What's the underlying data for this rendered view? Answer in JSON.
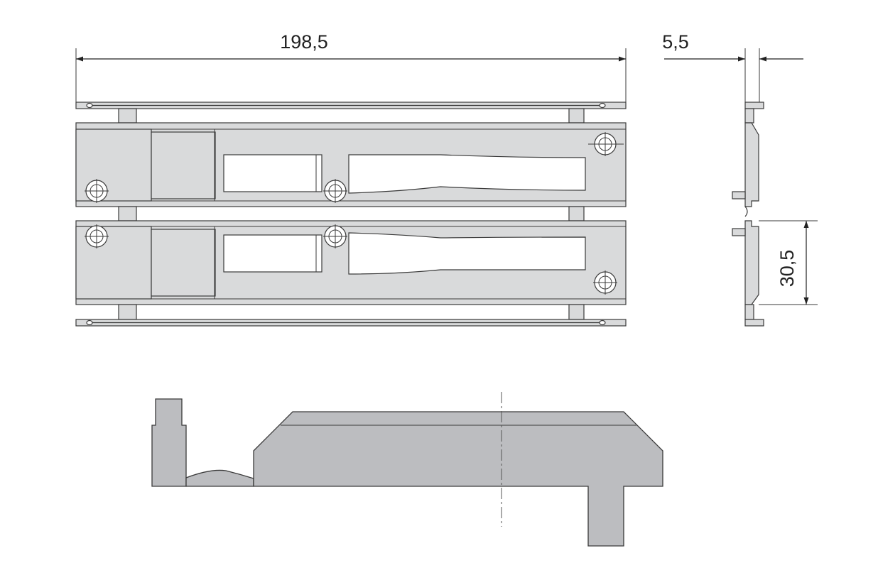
{
  "dimensions": {
    "overall_length": "198,5",
    "thickness": "5,5",
    "height": "30,5"
  },
  "colors": {
    "line": "#3a3a3a",
    "fill_light": "#d9dadb",
    "fill_dark": "#bcbdc0",
    "background": "#ffffff"
  }
}
